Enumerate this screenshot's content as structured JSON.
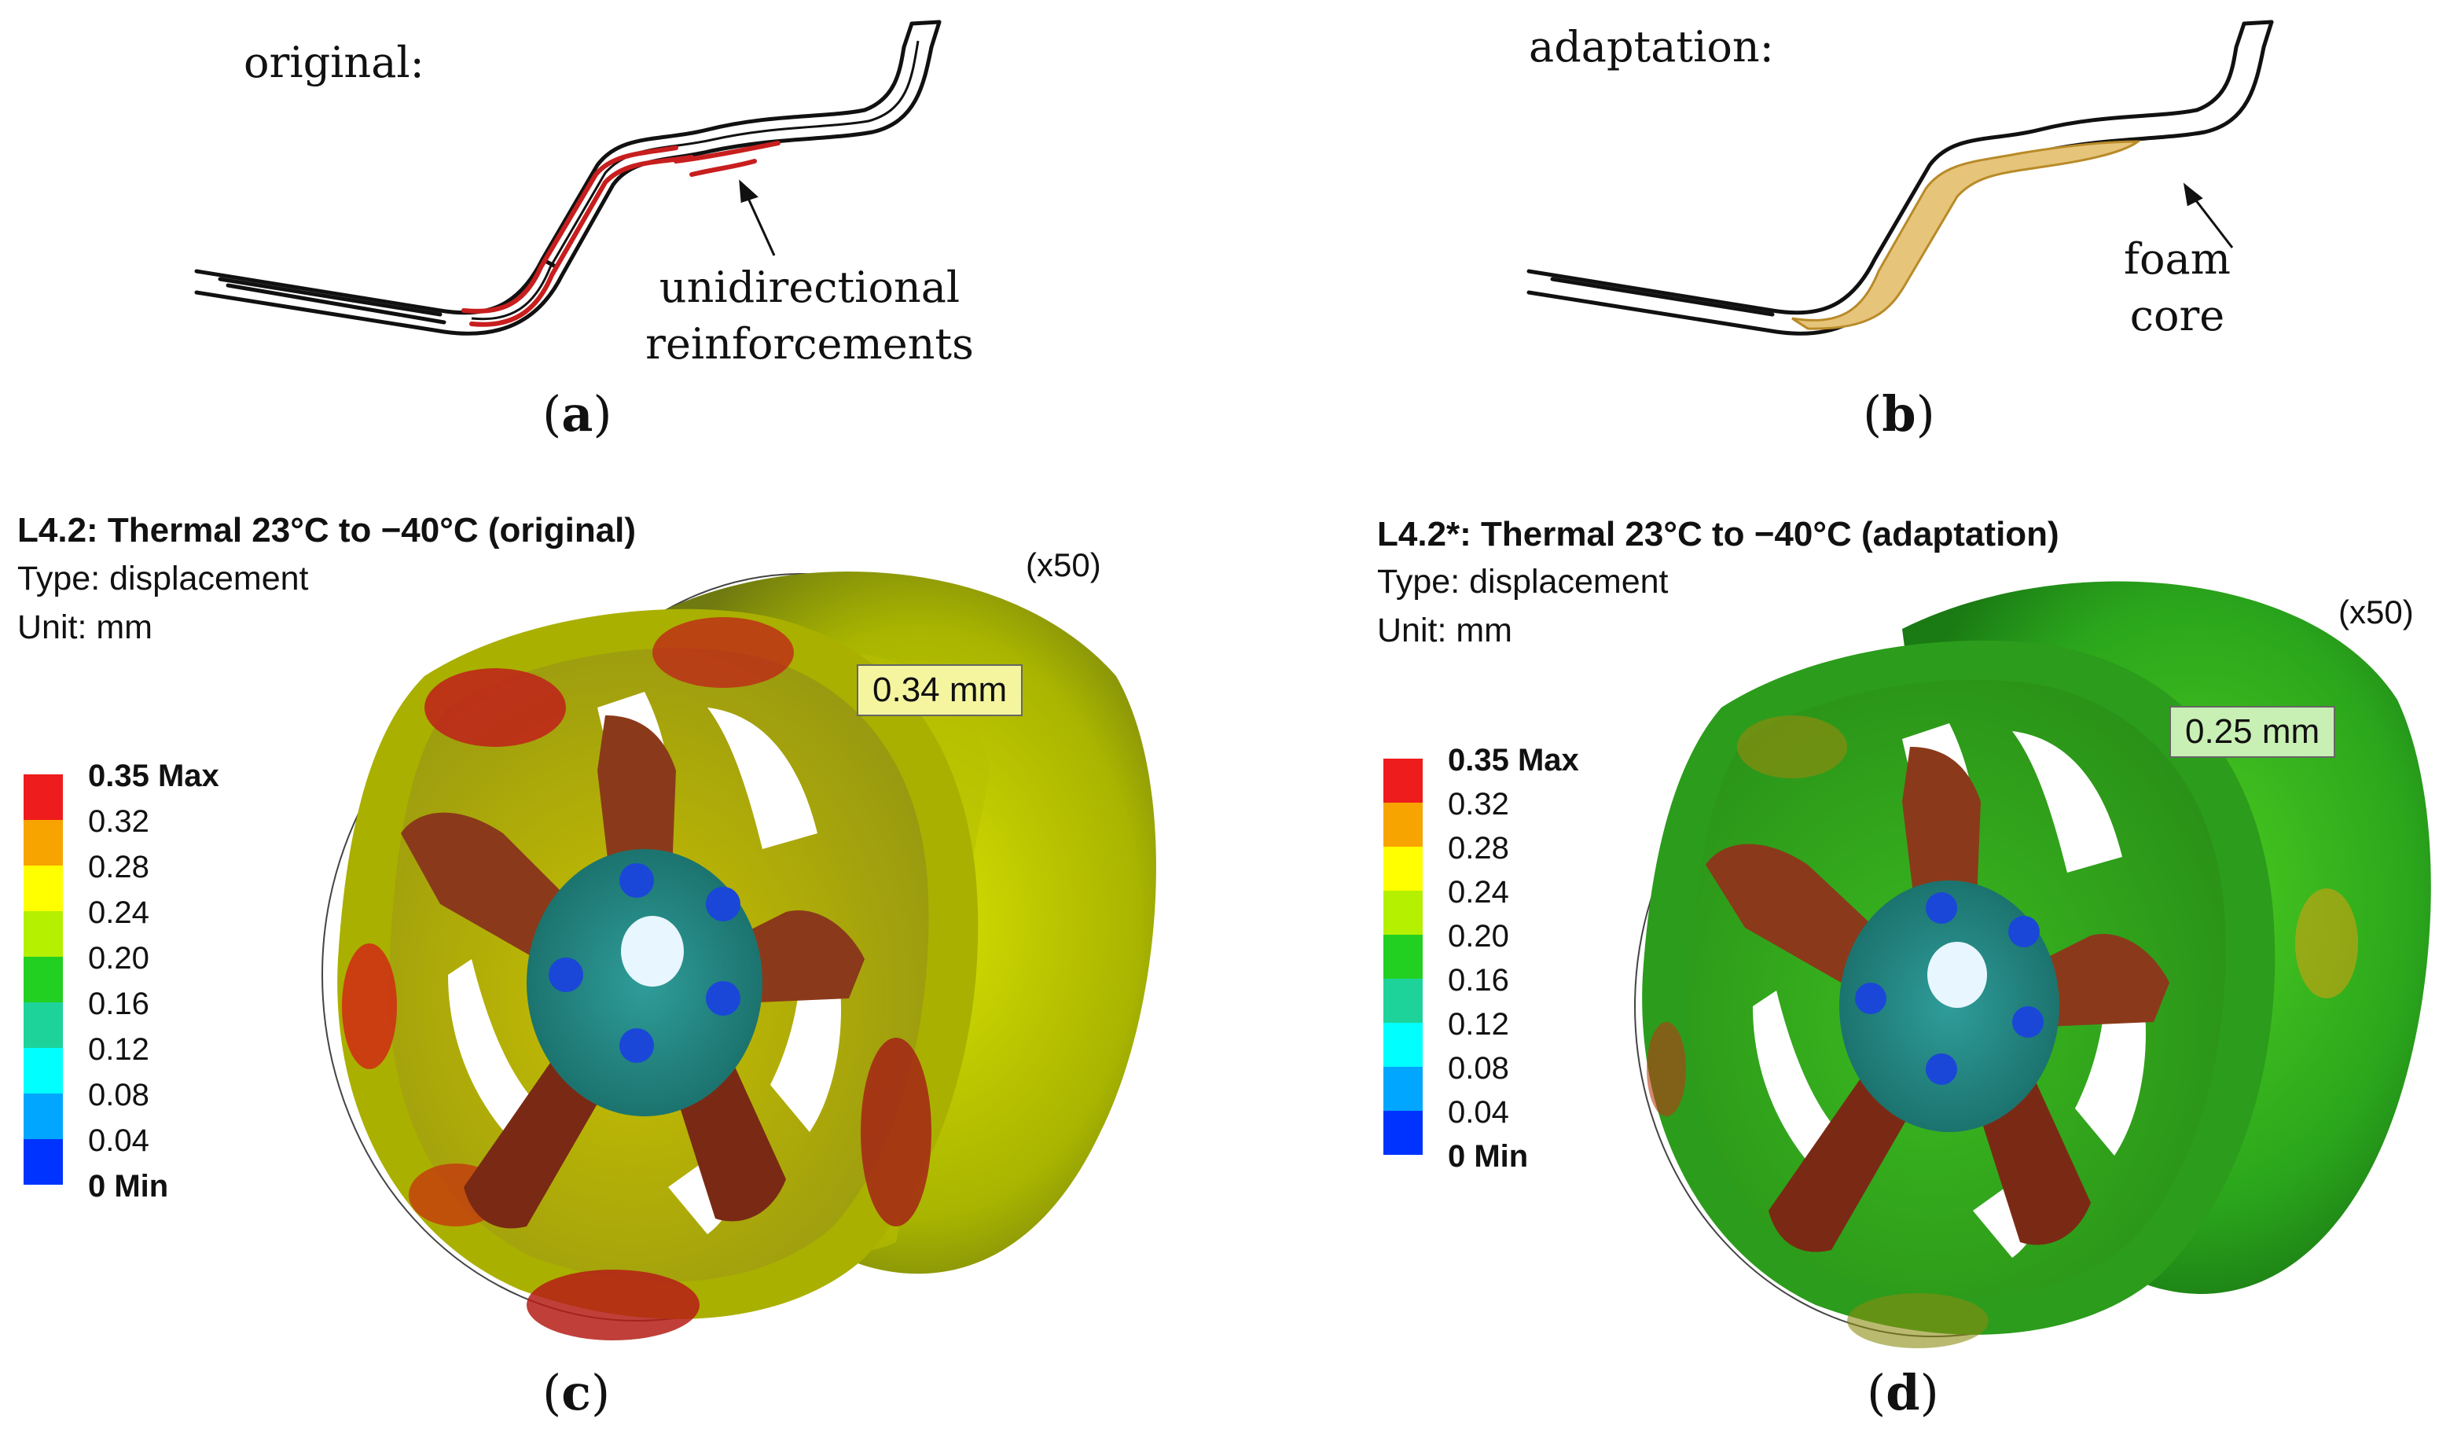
{
  "panels": {
    "a": {
      "caption_letter": "a",
      "title": "original:",
      "annotation_line1": "unidirectional",
      "annotation_line2": "reinforcements",
      "highlight_color": "#c81e1e"
    },
    "b": {
      "caption_letter": "b",
      "title": "adaptation:",
      "annotation_line1": "foam",
      "annotation_line2": "core",
      "highlight_color": "#d9a832"
    },
    "c": {
      "caption_letter": "c",
      "title": "L4.2: Thermal 23°C to −40°C (original)",
      "type_line": "Type: displacement",
      "unit_line": "Unit: mm",
      "scale_factor": "(x50)",
      "callout": "0.34 mm",
      "legend": [
        "0.35 Max",
        "0.32",
        "0.28",
        "0.24",
        "0.20",
        "0.16",
        "0.12",
        "0.08",
        "0.04",
        "0 Min"
      ]
    },
    "d": {
      "caption_letter": "d",
      "title": "L4.2*: Thermal 23°C to −40°C (adaptation)",
      "type_line": "Type: displacement",
      "unit_line": "Unit: mm",
      "scale_factor": "(x50)",
      "callout": "0.25 mm",
      "legend": [
        "0.35 Max",
        "0.32",
        "0.28",
        "0.24",
        "0.20",
        "0.16",
        "0.12",
        "0.08",
        "0.04",
        "0 Min"
      ]
    }
  },
  "legend_colors": [
    "#ee1c1c",
    "#f7a400",
    "#ffff00",
    "#b4f000",
    "#22d022",
    "#1ed39a",
    "#00ffff",
    "#00a6ff",
    "#0033ff"
  ]
}
